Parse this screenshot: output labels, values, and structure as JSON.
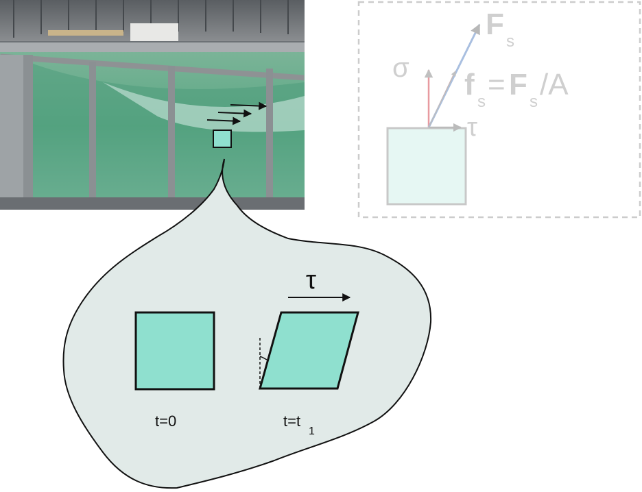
{
  "photo": {
    "description_icon": "water-tank-photo"
  },
  "stress_panel": {
    "sigma_label": "σ",
    "tau_label": "τ",
    "force_label": "F",
    "force_subscript": "s",
    "equation": {
      "f": "f",
      "f_sub": "s",
      "eq": "=",
      "F": "F",
      "F_sub": "s",
      "rest": "/A"
    },
    "colors": {
      "sigma_arrow": "#e89aa0",
      "force_arrow": "#a9bfe0",
      "tau_arrow": "#c8c8c8",
      "text": "#cfcfcf",
      "square_fill": "#e6f7f3",
      "square_stroke": "#c8c8c8",
      "frame": "#cccccc"
    }
  },
  "blob": {
    "tau_label": "τ",
    "label_t0": "t=0",
    "label_t1_main": "t=t",
    "label_t1_sub": "1",
    "colors": {
      "fill": "#e1eae8",
      "square_fill": "#8fe0cf",
      "stroke": "#111111"
    }
  }
}
